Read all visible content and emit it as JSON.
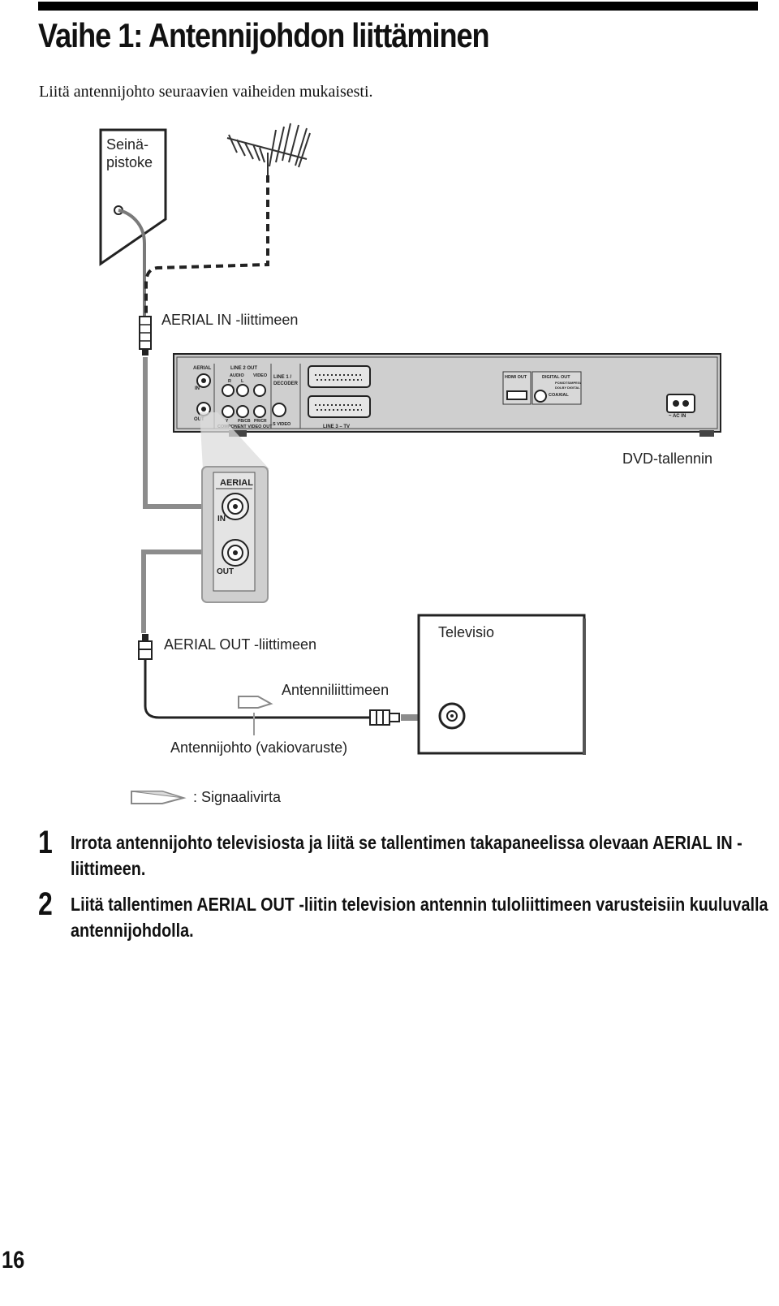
{
  "header": {
    "title": "Vaihe 1: Antennijohdon liittäminen",
    "intro": "Liitä antennijohto seuraavien vaiheiden mukaisesti."
  },
  "diagram": {
    "wall_socket_line1": "Seinä-",
    "wall_socket_line2": "pistoke",
    "aerial_in_label": "AERIAL IN -liittimeen",
    "recorder_label": "DVD-tallennin",
    "aerial_out_label": "AERIAL OUT -liittimeen",
    "tv_label": "Televisio",
    "antenna_connector_label": "Antenniliittimeen",
    "cable_label": "Antennijohto (vakiovaruste)",
    "legend_label": ": Signaalivirta",
    "zoom_panel": {
      "title": "AERIAL",
      "in": "IN",
      "out": "OUT"
    },
    "rear_panel": {
      "aerial": "AERIAL",
      "in": "IN",
      "out": "OUT",
      "line2_out": "LINE 2 OUT",
      "audio": "AUDIO",
      "r": "R",
      "l": "L",
      "video": "VIDEO",
      "line1_decoder_1": "LINE 1 /",
      "line1_decoder_2": "DECODER",
      "y": "Y",
      "pb": "PB/CB",
      "pr": "PR/CR",
      "component_video_out": "COMPONENT VIDEO OUT",
      "s_video": "S VIDEO",
      "line3_tv": "LINE 3 – TV",
      "hdmi_out": "HDMI OUT",
      "digital_out": "DIGITAL OUT",
      "pcm_line1": "PCM/DTS/MPEG/",
      "pcm_line2": "DOLBY DIGITAL",
      "coaxial": "COAXIAL",
      "ac_in": "~ AC IN"
    }
  },
  "steps": [
    {
      "number": "1",
      "text": "Irrota antennijohto televisiosta ja liitä se tallentimen takapaneelissa olevaan AERIAL IN -liittimeen."
    },
    {
      "number": "2",
      "text": "Liitä tallentimen AERIAL OUT -liitin television antennin tuloliittimeen varusteisiin kuuluvalla antennijohdolla."
    }
  ],
  "footer": {
    "page_number": "16"
  }
}
